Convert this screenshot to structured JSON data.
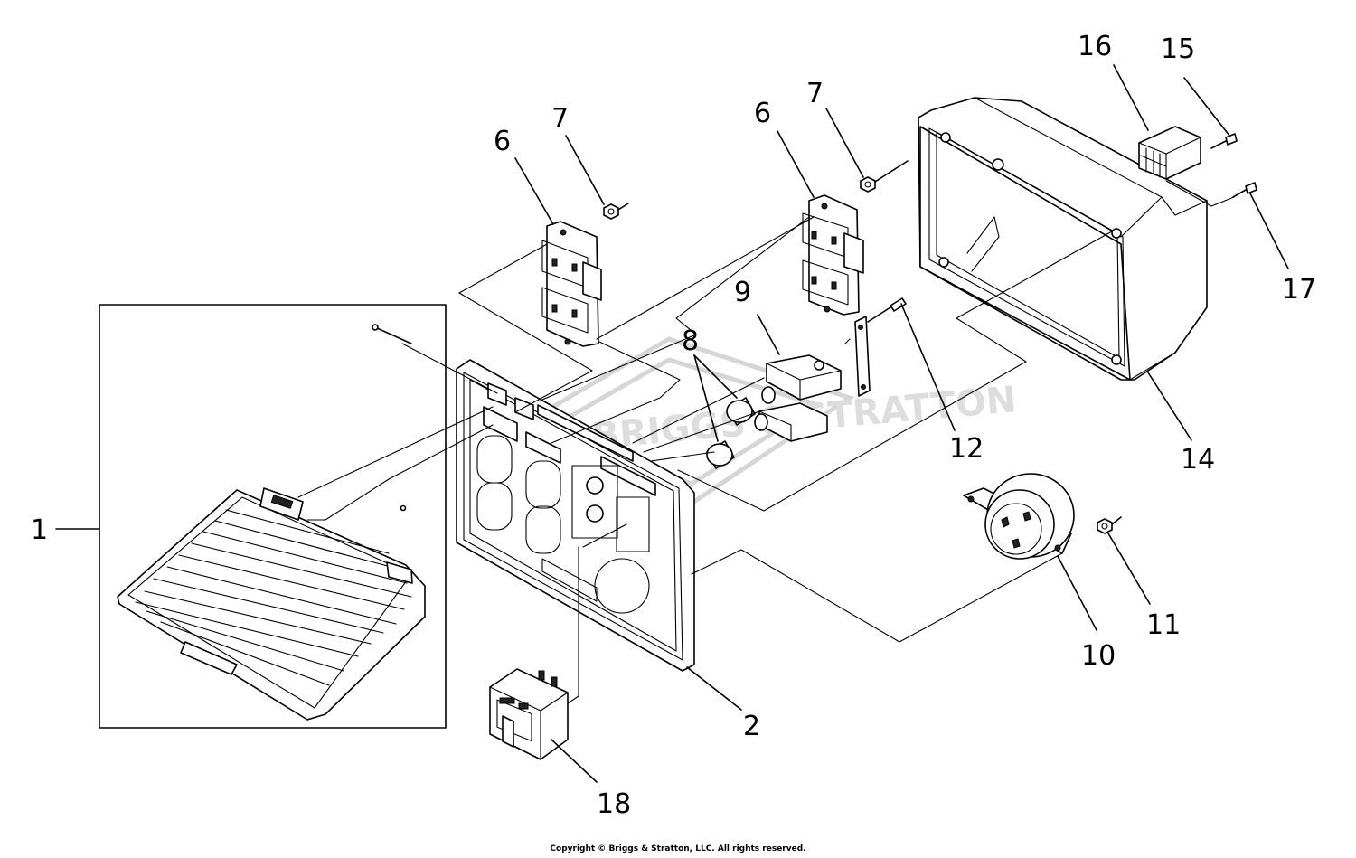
{
  "callouts": {
    "c1": "1",
    "c2": "2",
    "c6a": "6",
    "c6b": "6",
    "c7a": "7",
    "c7b": "7",
    "c8": "8",
    "c9": "9",
    "c10": "10",
    "c11": "11",
    "c12": "12",
    "c14": "14",
    "c15": "15",
    "c16": "16",
    "c17": "17",
    "c18": "18"
  },
  "watermark": {
    "text": "BRIGGS & STRATTON"
  },
  "copyright": "Copyright © Briggs & Stratton, LLC. All rights reserved."
}
